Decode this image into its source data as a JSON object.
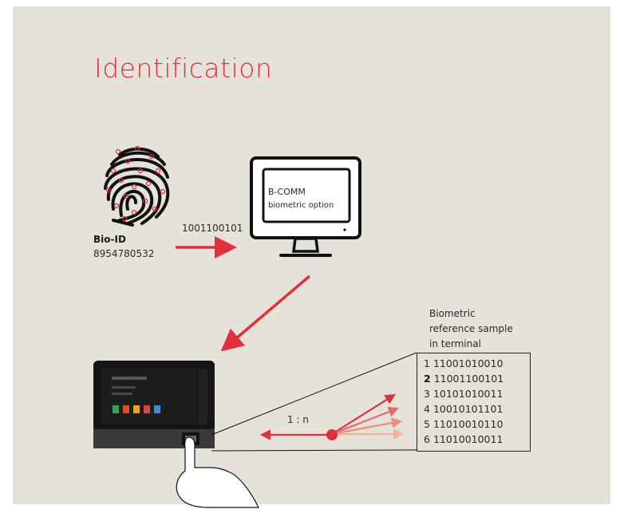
{
  "title": "Identification",
  "fingerprint": {
    "label": "Bio-ID",
    "number": "8954780532"
  },
  "transfer_bits": "1001100101",
  "monitor": {
    "line1": "B-COMM",
    "line2": "biometric option"
  },
  "reference": {
    "line1": "Biometric",
    "line2": "reference sample",
    "line3": "in terminal"
  },
  "samples": [
    {
      "index": "1",
      "code": "11001010010",
      "bold": false
    },
    {
      "index": "2",
      "code": "11001100101",
      "bold": true
    },
    {
      "index": "3",
      "code": "10101010011",
      "bold": false
    },
    {
      "index": "4",
      "code": "10010101101",
      "bold": false
    },
    {
      "index": "5",
      "code": "11010010110",
      "bold": false
    },
    {
      "index": "6",
      "code": "11010010011",
      "bold": false
    }
  ],
  "match_ratio": "1 : n",
  "colors": {
    "accent": "#e0303b",
    "background": "#e4e2d9",
    "line": "#1a1a1a"
  }
}
